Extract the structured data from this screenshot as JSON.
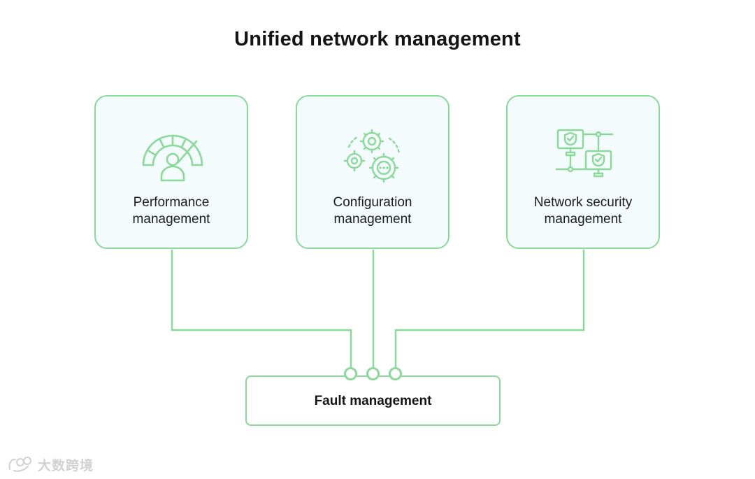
{
  "title": "Unified network management",
  "colors": {
    "accent": "#8ad99a",
    "card_background": "#f4fbfc",
    "text": "#141414"
  },
  "cards": [
    {
      "icon": "speedometer-user-icon",
      "label_lines": [
        "Performance",
        "management"
      ]
    },
    {
      "icon": "gears-icon",
      "label_lines": [
        "Configuration",
        "management"
      ]
    },
    {
      "icon": "secure-network-monitors-icon",
      "label_lines": [
        "Network security",
        "management"
      ]
    }
  ],
  "fault": {
    "label": "Fault management"
  },
  "watermark": {
    "text": "大数跨境"
  }
}
